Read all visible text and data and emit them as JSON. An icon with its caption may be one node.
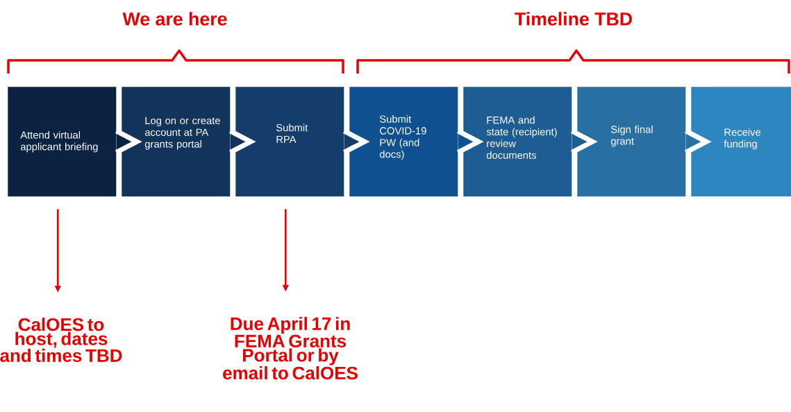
{
  "diagram": {
    "nodes": [
      {
        "text": [
          "Attend virtual applicant briefing"
        ]
      },
      {
        "text": [
          "Log on or create account at PA grants portal"
        ]
      },
      {
        "text": [
          "Submit RPA"
        ]
      },
      {
        "text": [
          "Submit COVID-19 PW (and docs)"
        ]
      },
      {
        "text": [
          "FEMA and state (recipient) review documents"
        ]
      },
      {
        "text": [
          "Sign final grant"
        ]
      },
      {
        "text": [
          "Receive funding"
        ]
      },
      {
        "text": [
          "CalOES to host, dates and times TBD"
        ]
      },
      {
        "text": [
          "Due April 17 in FEMA Grants Portal or by email to CalOES"
        ]
      }
    ],
    "edges": [
      {
        "from": 0,
        "to": 1,
        "arrow": "to"
      },
      {
        "from": 1,
        "to": 2,
        "arrow": "to"
      },
      {
        "from": 2,
        "to": 3,
        "arrow": "to"
      },
      {
        "from": 3,
        "to": 4,
        "arrow": "to"
      },
      {
        "from": 4,
        "to": 5,
        "arrow": "to"
      },
      {
        "from": 5,
        "to": 6,
        "arrow": "to"
      },
      {
        "from": 0,
        "to": 7,
        "arrow": "to",
        "color": "#e60000"
      },
      {
        "from": 2,
        "to": 8,
        "arrow": "to",
        "color": "#e60000"
      }
    ],
    "labels": [
      "We are here",
      "Timeline TBD"
    ]
  }
}
